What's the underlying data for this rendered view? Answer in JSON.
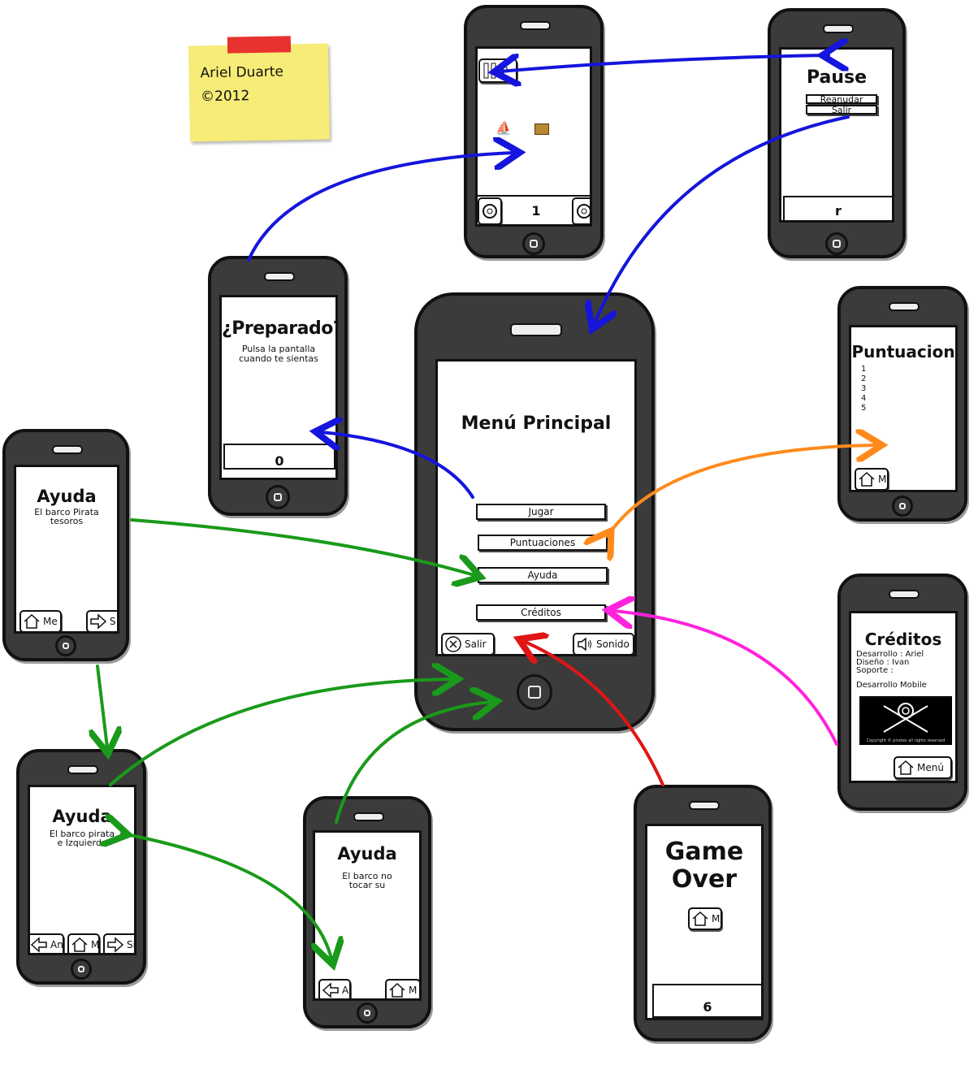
{
  "note": {
    "author": "Ariel Duarte",
    "year": "©2012",
    "color": "#f6ec77",
    "tape_color": "#e8322f"
  },
  "main_menu": {
    "title": "Menú Principal",
    "buttons": [
      "Jugar",
      "Puntuaciones",
      "Ayuda",
      "Créditos"
    ],
    "exit_label": "Salir",
    "sound_label": "Sonido"
  },
  "game": {
    "pause_btn": "P",
    "score": "1",
    "left_icon": "gear-icon",
    "right_icon": "gear-icon"
  },
  "pause": {
    "title": "Pause",
    "resume": "Reanudar",
    "exit": "Salir",
    "bar": "r"
  },
  "ready": {
    "title": "¿Preparado?",
    "line1": "Pulsa la pantalla",
    "line2": "cuando te sientas",
    "bar": "0"
  },
  "scores": {
    "title": "Puntuacion",
    "items": [
      "1",
      "2",
      "3",
      "4",
      "5"
    ],
    "home_btn": "M"
  },
  "help1": {
    "title": "Ayuda",
    "line1": "El barco Pirata",
    "line2": "tesoros",
    "btn_home": "Me",
    "btn_next": "S"
  },
  "help2": {
    "title": "Ayuda",
    "line1": "El barco pirata",
    "line2": "e Izquierda",
    "btn_prev": "An",
    "btn_home": "M",
    "btn_next": "Si"
  },
  "help3": {
    "title": "Ayuda",
    "line1": "El barco no",
    "line2": "tocar su",
    "btn_prev": "A",
    "btn_home": "M"
  },
  "credits": {
    "title": "Créditos",
    "lines": [
      "Desarrollo : Ariel",
      "Diseño : Ivan",
      "Soporte :",
      "Desarrollo Mobile"
    ],
    "image_caption": "Copyright © pirates all rights reserved",
    "home_btn": "Menú"
  },
  "gameover": {
    "title1": "Game",
    "title2": "Over",
    "home_btn": "M",
    "score": "6"
  },
  "arrow_colors": {
    "blue": "#1515dd",
    "orange": "#ff8a1c",
    "green": "#1a9a1a",
    "red": "#e01515",
    "magenta": "#ff22dd"
  }
}
